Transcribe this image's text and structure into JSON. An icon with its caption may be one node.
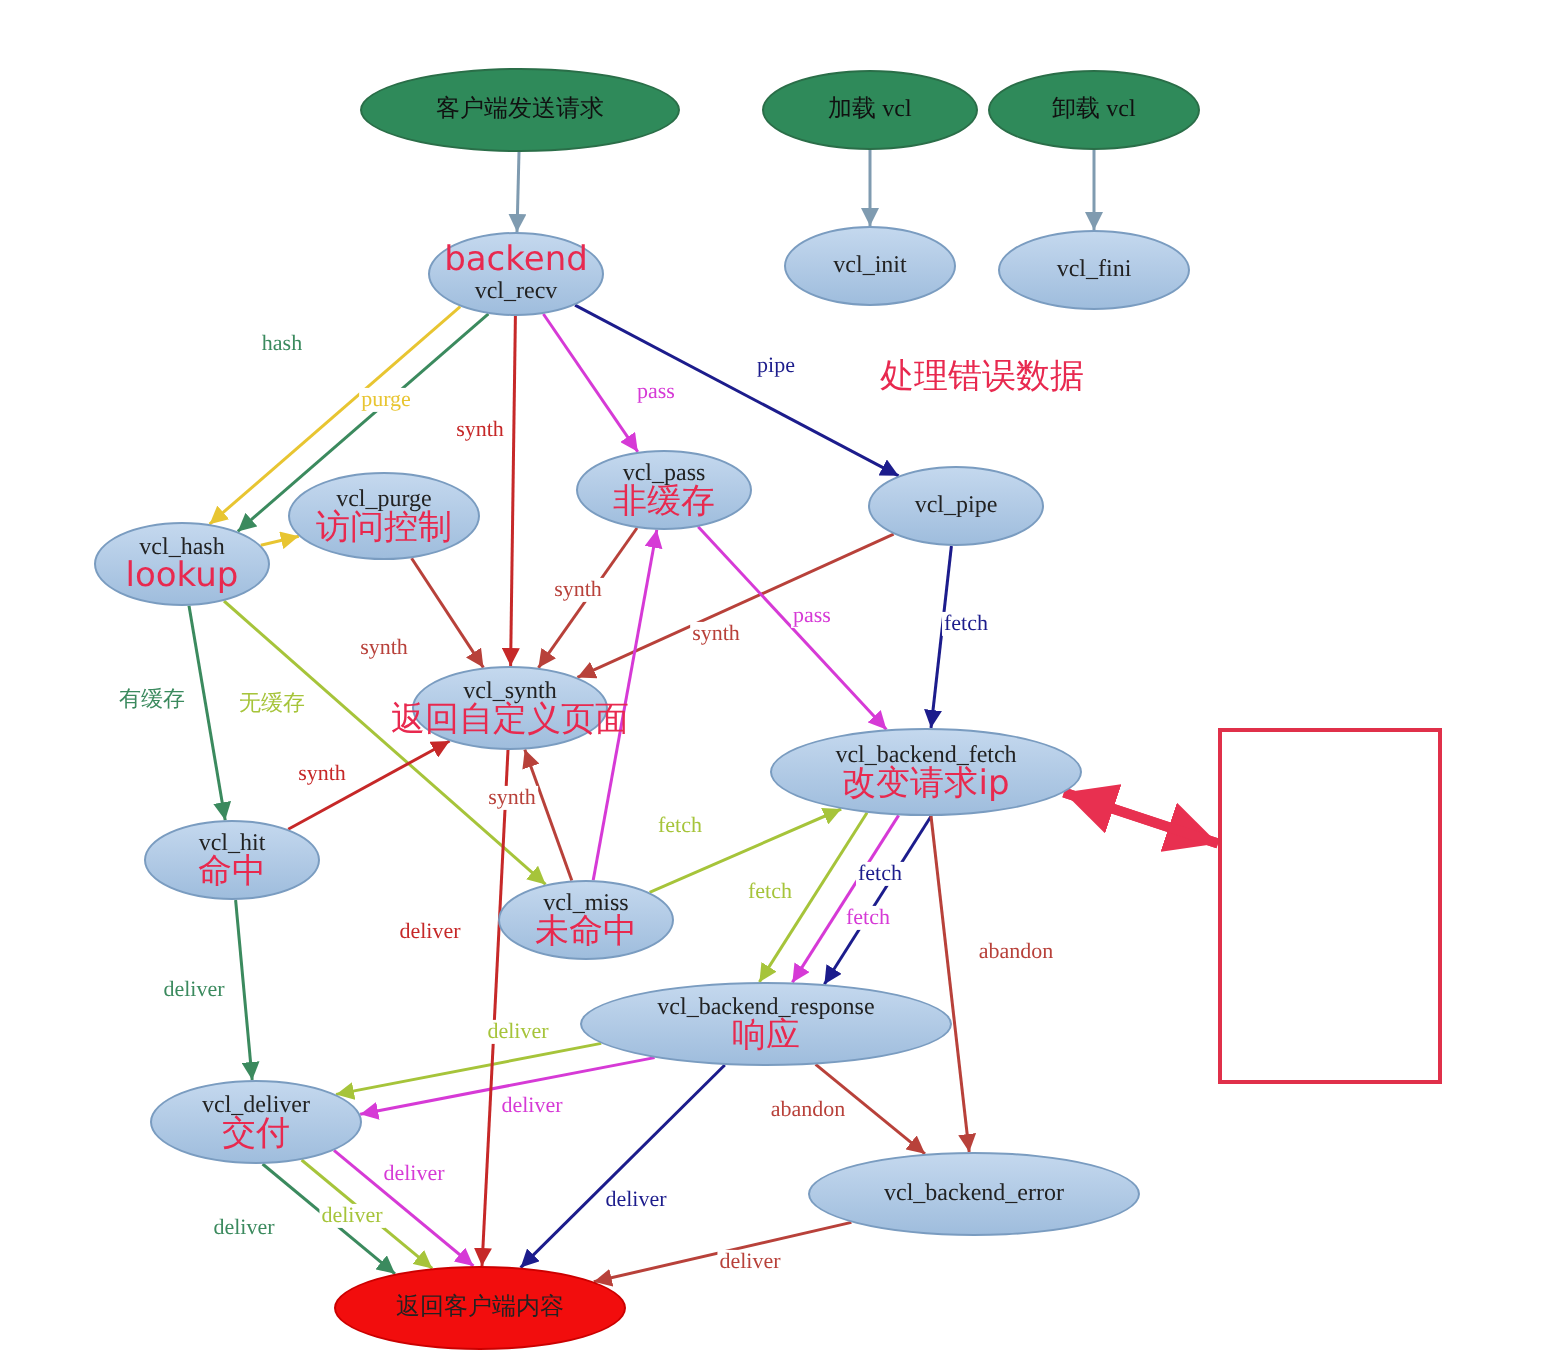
{
  "diagram": {
    "nodes": [
      {
        "text": [
          "客户端发送请求"
        ]
      },
      {
        "text": [
          "加载 vcl"
        ]
      },
      {
        "text": [
          "卸载 vcl"
        ]
      },
      {
        "text": [
          "backend",
          "vcl_recv"
        ]
      },
      {
        "text": [
          "vcl_init"
        ]
      },
      {
        "text": [
          "vcl_fini"
        ]
      },
      {
        "text": [
          "vcl_hash",
          "lookup"
        ]
      },
      {
        "text": [
          "vcl_purge",
          "访问控制"
        ]
      },
      {
        "text": [
          "vcl_pass",
          "非缓存"
        ]
      },
      {
        "text": [
          "vcl_pipe"
        ]
      },
      {
        "text": [
          "vcl_synth",
          "返回自定义页面"
        ]
      },
      {
        "text": [
          "vcl_backend_fetch",
          "改变请求ip"
        ]
      },
      {
        "text": [
          "vcl_hit",
          "命中"
        ]
      },
      {
        "text": [
          "vcl_miss",
          "未命中"
        ]
      },
      {
        "text": [
          "vcl_backend_response",
          "响应"
        ]
      },
      {
        "text": [
          "vcl_deliver",
          "交付"
        ]
      },
      {
        "text": [
          "vcl_backend_error"
        ]
      },
      {
        "text": [
          "返回客户端内容"
        ]
      },
      {
        "text": [],
        "shape": "box"
      }
    ],
    "edges": [
      {
        "from": 0,
        "to": 3,
        "arrow": "to",
        "color": "#7f9bb0"
      },
      {
        "from": 1,
        "to": 4,
        "arrow": "to",
        "color": "#7f9bb0"
      },
      {
        "from": 2,
        "to": 5,
        "arrow": "to",
        "color": "#7f9bb0"
      },
      {
        "from": 3,
        "to": 6,
        "arrow": "to",
        "label": "hash",
        "color": "#3b8a5e"
      },
      {
        "from": 3,
        "to": 6,
        "arrow": "to",
        "label": "purge",
        "color": "#e8c531"
      },
      {
        "from": 3,
        "to": 10,
        "arrow": "to",
        "label": "synth",
        "color": "#c62828"
      },
      {
        "from": 3,
        "to": 8,
        "arrow": "to",
        "label": "pass",
        "color": "#d63ad6"
      },
      {
        "from": 3,
        "to": 9,
        "arrow": "to",
        "label": "pipe",
        "color": "#1c1c8c"
      },
      {
        "from": 6,
        "to": 7,
        "arrow": "to",
        "color": "#e8c531"
      },
      {
        "from": 7,
        "to": 10,
        "arrow": "to",
        "label": "synth",
        "color": "#b8413a"
      },
      {
        "from": 8,
        "to": 10,
        "arrow": "to",
        "label": "synth",
        "color": "#b8413a"
      },
      {
        "from": 9,
        "to": 10,
        "arrow": "to",
        "label": "synth",
        "color": "#b8413a"
      },
      {
        "from": 8,
        "to": 11,
        "arrow": "to",
        "label": "pass",
        "color": "#d63ad6"
      },
      {
        "from": 9,
        "to": 11,
        "arrow": "to",
        "label": "fetch",
        "color": "#1c1c8c"
      },
      {
        "from": 6,
        "to": 12,
        "arrow": "to",
        "label": "有缓存",
        "color": "#3b8a5e"
      },
      {
        "from": 6,
        "to": 13,
        "arrow": "to",
        "label": "无缓存",
        "color": "#a6c43a"
      },
      {
        "from": 12,
        "to": 10,
        "arrow": "to",
        "label": "synth",
        "color": "#c62828"
      },
      {
        "from": 13,
        "to": 10,
        "arrow": "to",
        "label": "synth",
        "color": "#b8413a"
      },
      {
        "from": 13,
        "to": 8,
        "arrow": "to",
        "color": "#d63ad6"
      },
      {
        "from": 13,
        "to": 11,
        "arrow": "to",
        "label": "fetch",
        "color": "#a6c43a"
      },
      {
        "from": 11,
        "to": 14,
        "arrow": "to",
        "label": "fetch",
        "color": "#a6c43a"
      },
      {
        "from": 11,
        "to": 14,
        "arrow": "to",
        "label": "fetch",
        "color": "#d63ad6"
      },
      {
        "from": 11,
        "to": 14,
        "arrow": "to",
        "label": "fetch",
        "color": "#1c1c8c"
      },
      {
        "from": 11,
        "to": 16,
        "arrow": "to",
        "label": "abandon",
        "color": "#b8413a"
      },
      {
        "from": 14,
        "to": 15,
        "arrow": "to",
        "label": "deliver",
        "color": "#a6c43a"
      },
      {
        "from": 14,
        "to": 15,
        "arrow": "to",
        "label": "deliver",
        "color": "#d63ad6"
      },
      {
        "from": 14,
        "to": 16,
        "arrow": "to",
        "label": "abandon",
        "color": "#b8413a"
      },
      {
        "from": 14,
        "to": 17,
        "arrow": "to",
        "label": "deliver",
        "color": "#1c1c8c"
      },
      {
        "from": 16,
        "to": 17,
        "arrow": "to",
        "label": "deliver",
        "color": "#b8413a"
      },
      {
        "from": 12,
        "to": 15,
        "arrow": "to",
        "label": "deliver",
        "color": "#3b8a5e"
      },
      {
        "from": 15,
        "to": 17,
        "arrow": "to",
        "label": "deliver",
        "color": "#3b8a5e"
      },
      {
        "from": 15,
        "to": 17,
        "arrow": "to",
        "label": "deliver",
        "color": "#a6c43a"
      },
      {
        "from": 15,
        "to": 17,
        "arrow": "to",
        "label": "deliver",
        "color": "#d63ad6"
      },
      {
        "from": 10,
        "to": 17,
        "arrow": "to",
        "label": "deliver",
        "color": "#c62828"
      },
      {
        "from": 11,
        "to": 18,
        "arrow": "to",
        "style": "thick",
        "color": "#e83050"
      },
      {
        "from": 18,
        "to": 11,
        "arrow": "to",
        "style": "thick",
        "color": "#e83050"
      }
    ],
    "labels": [
      "处理错误数据"
    ]
  }
}
